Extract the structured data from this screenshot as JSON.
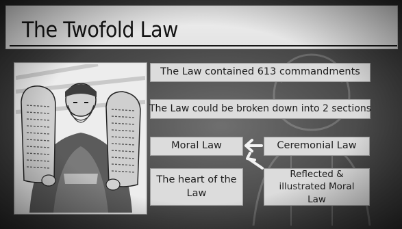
{
  "slide": {
    "title": "The Twofold Law",
    "illustration": "moses-with-tablets",
    "colors": {
      "card": "#dcdcdc",
      "title_plate": "#e9e9e9",
      "background": "#4a4a4a",
      "ink": "#1c1c1c"
    }
  },
  "cards": {
    "law_613": "The Law contained 613 commandments",
    "two_sections": "The Law could be broken down into 2 sections",
    "moral_law": "Moral Law",
    "ceremonial_law": "Ceremonial Law",
    "heart_of_law": "The heart of the Law",
    "reflected": "Reflected & illustrated Moral Law"
  },
  "icons": {
    "arrow_top": "arrow-left-icon",
    "arrow_bottom": "arrow-up-left-icon"
  }
}
